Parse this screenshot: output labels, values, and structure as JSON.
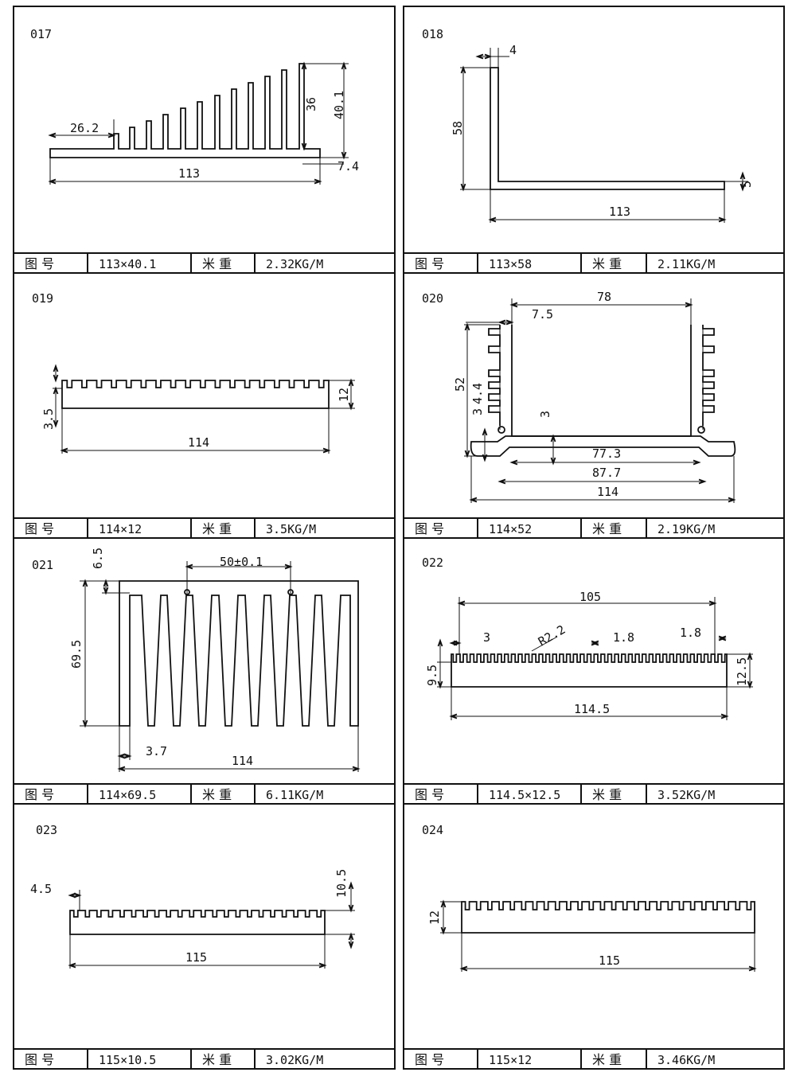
{
  "labels": {
    "drawing_no": "图  号",
    "weight_per_meter": "米  重"
  },
  "panels": [
    {
      "id": "017",
      "size": "113×40.1",
      "weight": "2.32KG/M",
      "dims": [
        "26.2",
        "113",
        "36",
        "40.1",
        "7.4"
      ]
    },
    {
      "id": "018",
      "size": "113×58",
      "weight": "2.11KG/M",
      "dims": [
        "4",
        "58",
        "113",
        "5"
      ]
    },
    {
      "id": "019",
      "size": "114×12",
      "weight": "3.5KG/M",
      "dims": [
        "3.5",
        "12",
        "114"
      ]
    },
    {
      "id": "020",
      "size": "114×52",
      "weight": "2.19KG/M",
      "dims": [
        "78",
        "7.5",
        "52",
        "3",
        "4.4",
        "3",
        "77.3",
        "87.7",
        "114"
      ]
    },
    {
      "id": "021",
      "size": "114×69.5",
      "weight": "6.11KG/M",
      "dims": [
        "6.5",
        "50±0.1",
        "69.5",
        "3.7",
        "114"
      ]
    },
    {
      "id": "022",
      "size": "114.5×12.5",
      "weight": "3.52KG/M",
      "dims": [
        "105",
        "3",
        "R2.2",
        "1.8",
        "1.8",
        "9.5",
        "12.5",
        "114.5"
      ]
    },
    {
      "id": "023",
      "size": "115×10.5",
      "weight": "3.02KG/M",
      "dims": [
        "4.5",
        "10.5",
        "115"
      ]
    },
    {
      "id": "024",
      "size": "115×12",
      "weight": "3.46KG/M",
      "dims": [
        "12",
        "115"
      ]
    }
  ]
}
